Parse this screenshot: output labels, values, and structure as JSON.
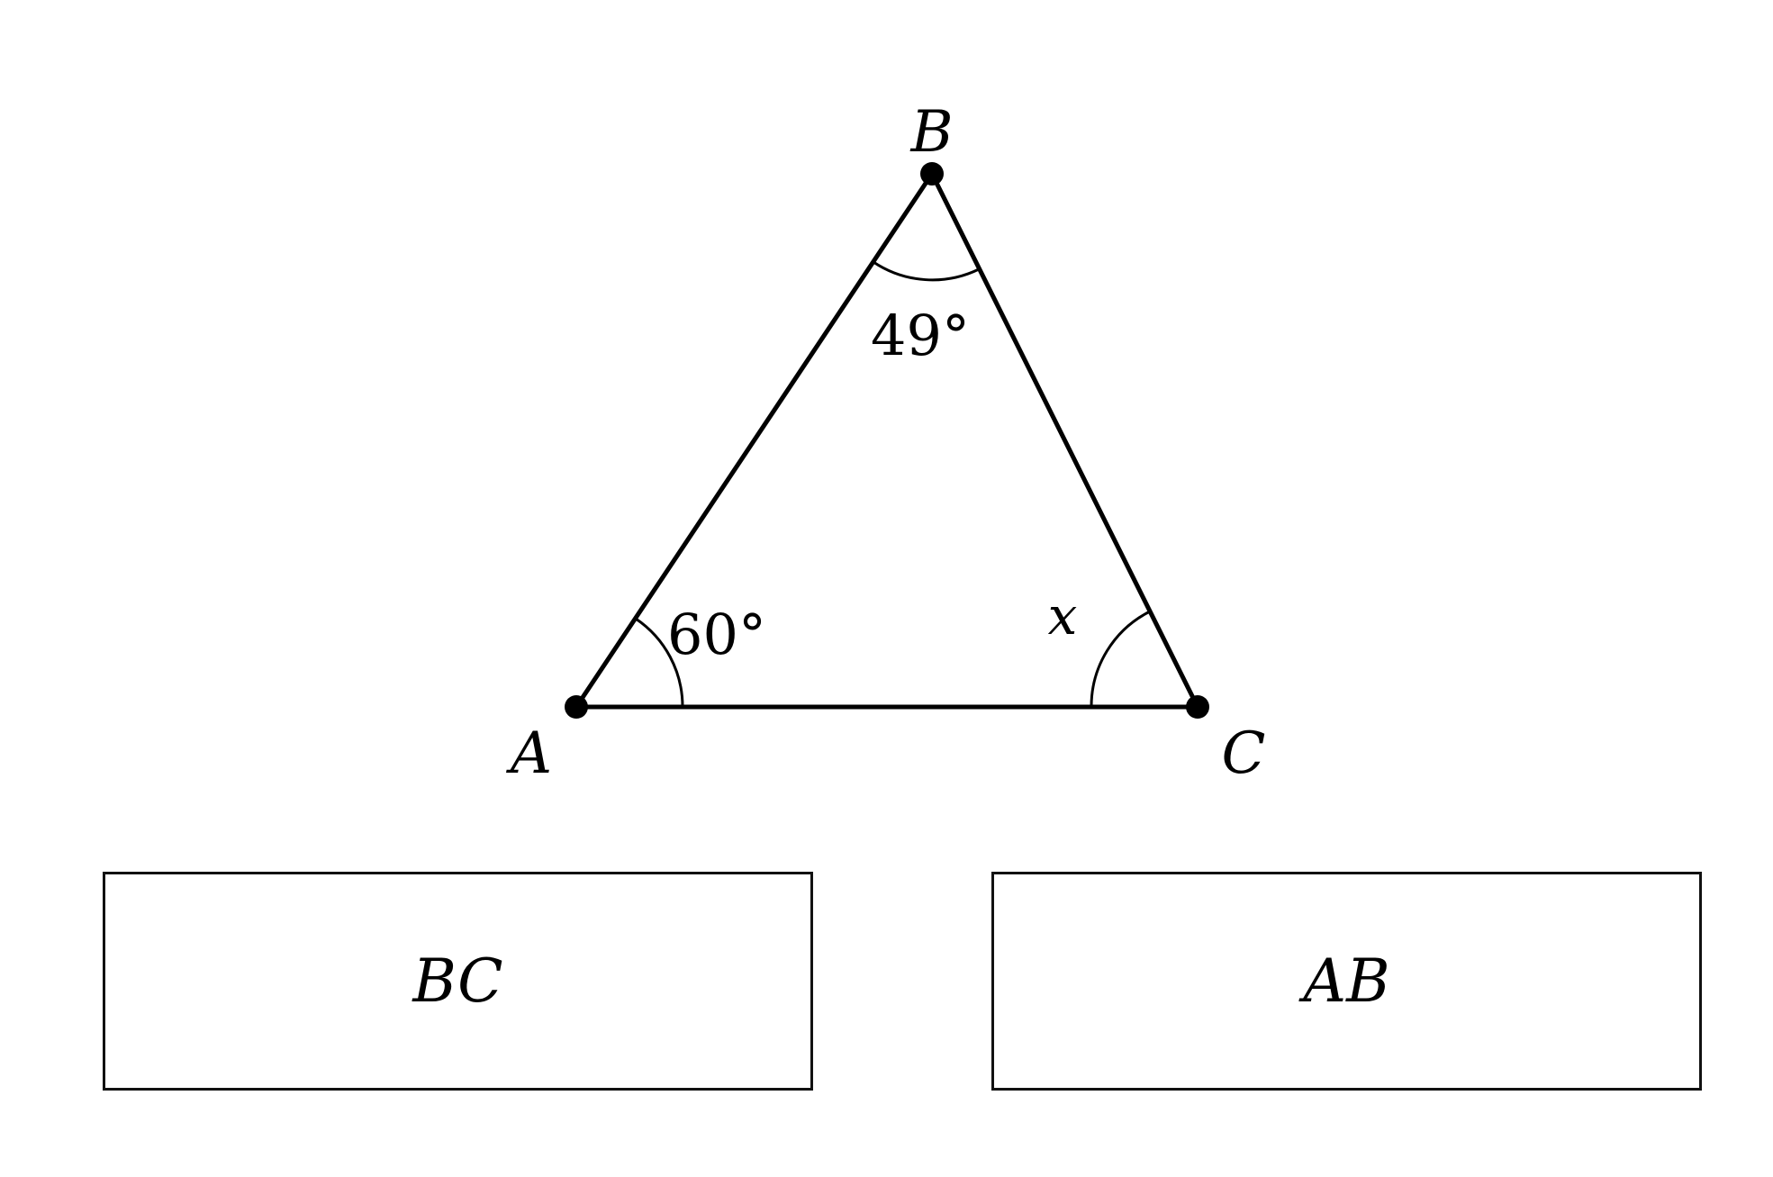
{
  "diagram": {
    "vertices": {
      "A": "A",
      "B": "B",
      "C": "C"
    },
    "angles": {
      "A": "60°",
      "B": "49°",
      "C": "x"
    },
    "colors": {
      "stroke": "#000000",
      "background": "#ffffff"
    }
  },
  "options": [
    {
      "label": "BC"
    },
    {
      "label": "AB"
    }
  ]
}
